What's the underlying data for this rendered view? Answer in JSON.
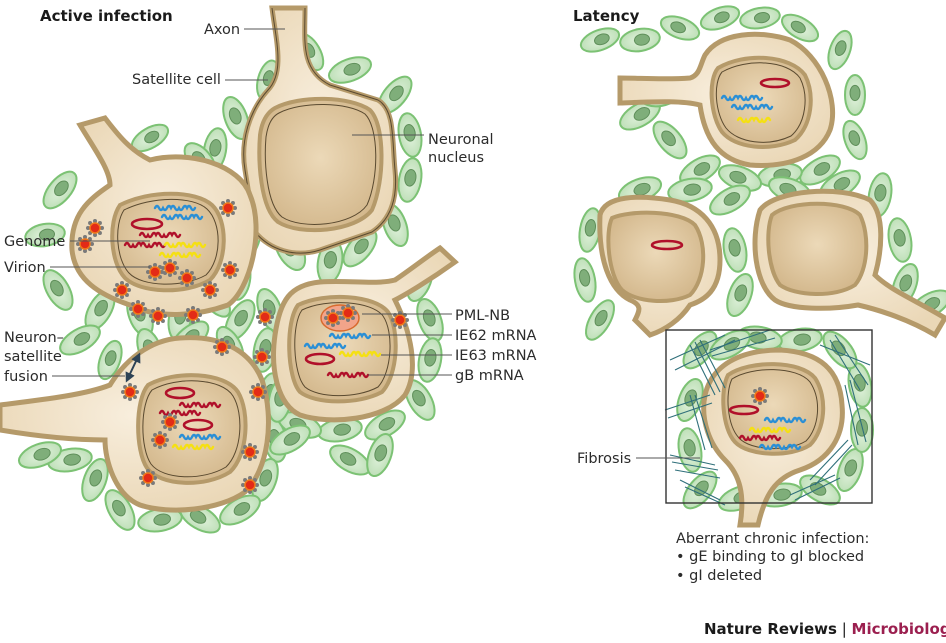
{
  "panels": {
    "active": {
      "title": "Active infection",
      "labels": {
        "axon": "Axon",
        "satellite_cell": "Satellite cell",
        "neuronal_nucleus_line1": "Neuronal",
        "neuronal_nucleus_line2": "nucleus",
        "genome": "Genome",
        "virion": "Virion",
        "fusion_line1": "Neuron–",
        "fusion_line2": "satellite",
        "fusion_line3": "fusion",
        "pml_nb": "PML-NB",
        "ie62": "IE62 mRNA",
        "ie63": "IE63 mRNA",
        "gb": "gB mRNA"
      }
    },
    "latency": {
      "title": "Latency",
      "labels": {
        "fibrosis": "Fibrosis",
        "aberrant_title": "Aberrant chronic infection:",
        "aberrant_items": [
          "• gE binding to gI blocked",
          "• gI deleted"
        ]
      }
    }
  },
  "legend_colors": {
    "ie62_mrna": "#2a8fd6",
    "ie63_mrna": "#f5e012",
    "gb_mrna": "#b0102a",
    "genome": "#b0102a",
    "virion_core": "#e32b17",
    "satellite_fill": "#c9e6c3",
    "cytoplasm": "#efe0c6",
    "nucleus": "#d9bd93",
    "fibrosis": "#2f6f7a"
  },
  "footer": {
    "journal": "Nature Reviews",
    "separator": " | ",
    "section": "Microbiology",
    "section_color": "#9b1f4f"
  }
}
